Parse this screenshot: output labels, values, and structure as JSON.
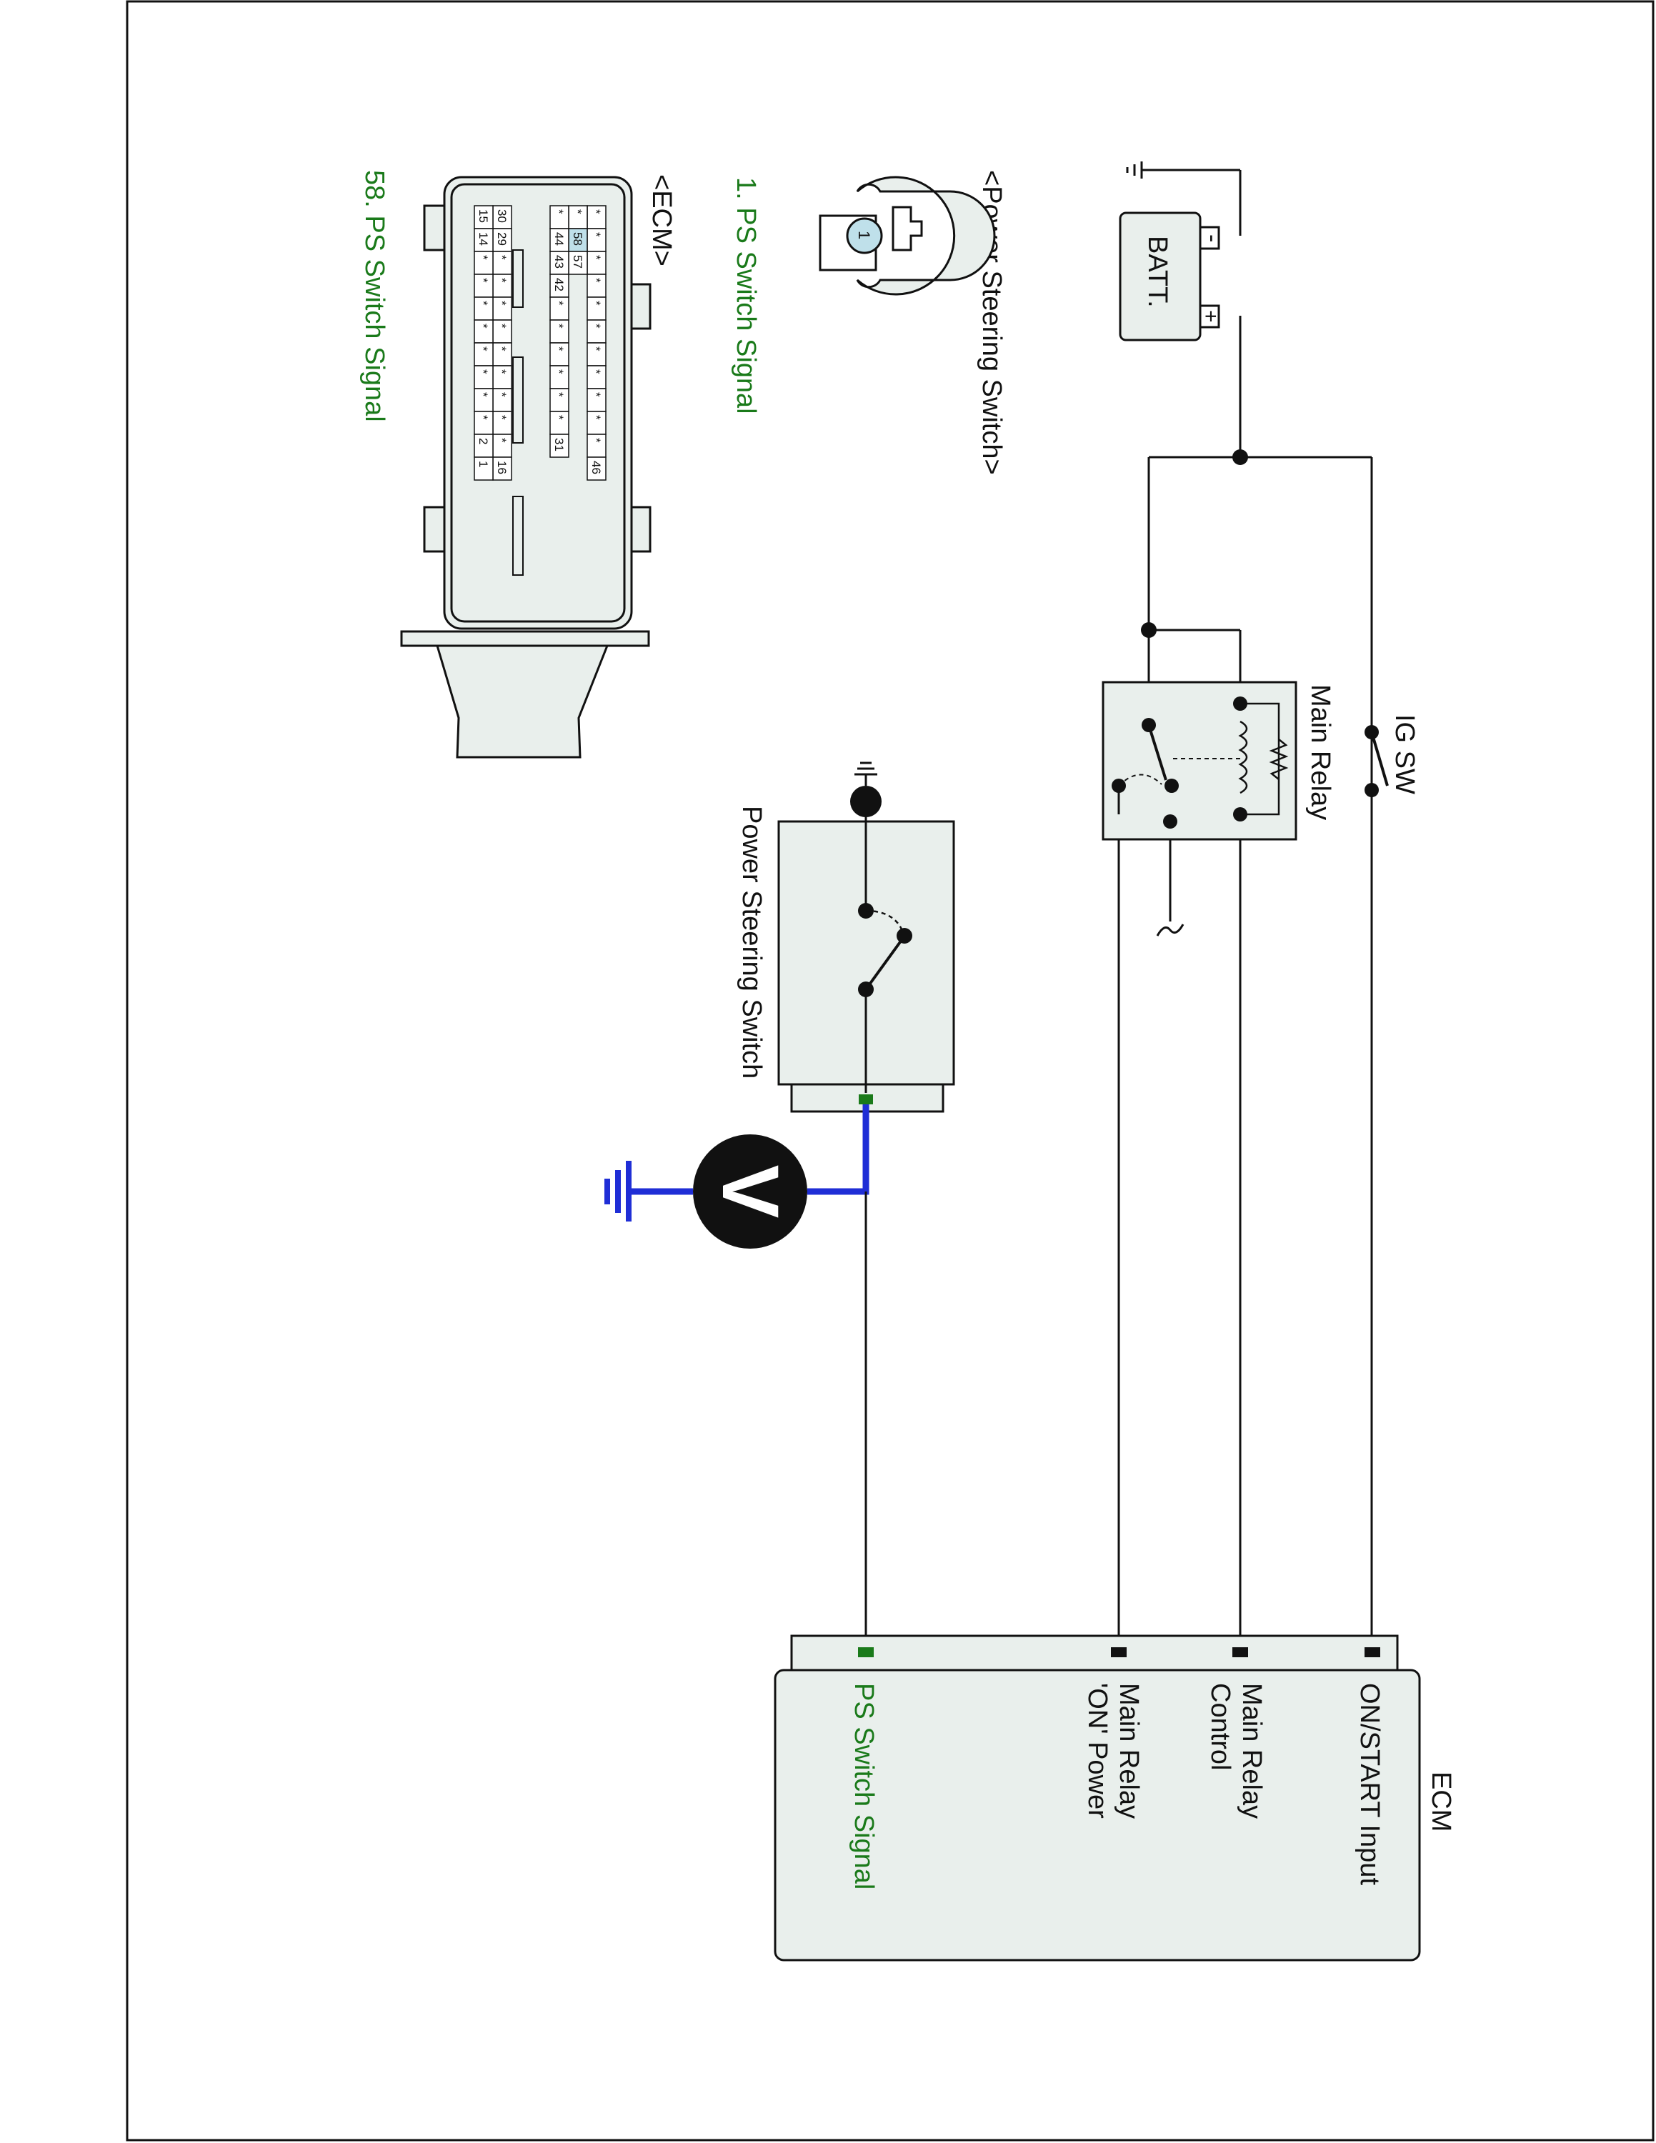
{
  "connector_views": {
    "ps_switch_title": "<Power Steering Switch>",
    "ps_switch_pin_number": "1",
    "ps_switch_pin_label": "1. PS Switch Signal",
    "ecm_title": "<ECM>",
    "ecm_pin_label": "58. PS Switch Signal",
    "ecm_pins_row1": [
      "*",
      "*",
      "*",
      "*",
      "*",
      "*",
      "*",
      "*",
      "*",
      "*",
      "*",
      "46"
    ],
    "ecm_pins_row2": [
      "*",
      "58",
      "57"
    ],
    "ecm_pins_row3": [
      "*",
      "44",
      "43",
      "42",
      "*",
      "*",
      "*",
      "*",
      "*",
      "*",
      "31"
    ],
    "ecm_pins_row4": [
      "30",
      "29",
      "*",
      "*",
      "*",
      "*",
      "*",
      "*",
      "*",
      "*",
      "*",
      "16"
    ],
    "ecm_pins_row5": [
      "15",
      "14",
      "*",
      "*",
      "*",
      "*",
      "*",
      "*",
      "*",
      "*",
      "2",
      "1"
    ]
  },
  "schematic": {
    "battery_label": "BATT.",
    "battery_minus": "-",
    "battery_plus": "+",
    "ig_sw_label": "IG SW",
    "main_relay_label": "Main Relay",
    "ps_switch_label": "Power Steering Switch",
    "meter_symbol": "V",
    "ecm_label": "ECM",
    "ecm_terminals": [
      "ON/START Input",
      "Main Relay Control",
      "Main Relay 'ON' Power",
      "PS Switch Signal"
    ]
  },
  "colors": {
    "wire": "#111111",
    "measurement_wire": "#1f2ed6",
    "signal_terminal": "#1a7a1a",
    "box_fill": "#e9efec",
    "frame": "#111111"
  }
}
